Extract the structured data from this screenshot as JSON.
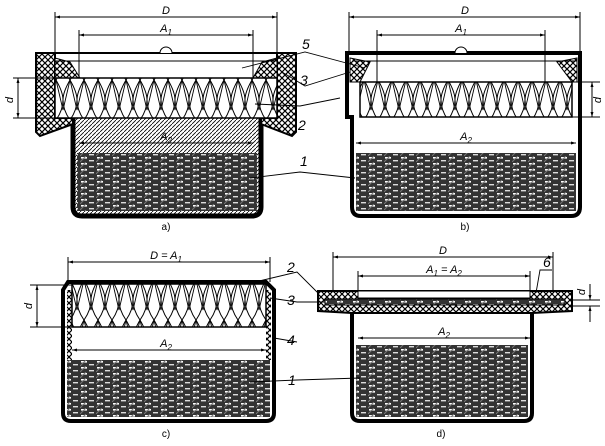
{
  "figure": {
    "panels": [
      {
        "caption": "a)",
        "dim_outer": "D",
        "dim_top": "A",
        "dim_top_sub": "1",
        "dim_bottom": "A",
        "dim_bottom_sub": "2",
        "dim_height": "d"
      },
      {
        "caption": "b)",
        "dim_outer": "D",
        "dim_top": "A",
        "dim_top_sub": "1",
        "dim_bottom": "A",
        "dim_bottom_sub": "2",
        "dim_height": "d"
      },
      {
        "caption": "c)",
        "dim_outer": "D = A",
        "dim_outer_sub": "1",
        "dim_bottom": "A",
        "dim_bottom_sub": "2",
        "dim_height": "d"
      },
      {
        "caption": "d)",
        "dim_outer": "D",
        "dim_top": "A",
        "dim_top_sub": "1",
        "dim_top_eq": " = A",
        "dim_top_sub2": "2",
        "dim_bottom": "A",
        "dim_bottom_sub": "2",
        "dim_height": "d"
      }
    ],
    "callouts": {
      "top_right": [
        "5",
        "3",
        "2",
        "1"
      ],
      "bottom_left": [
        "2",
        "3",
        "4",
        "1"
      ],
      "d_panel": "6"
    }
  }
}
